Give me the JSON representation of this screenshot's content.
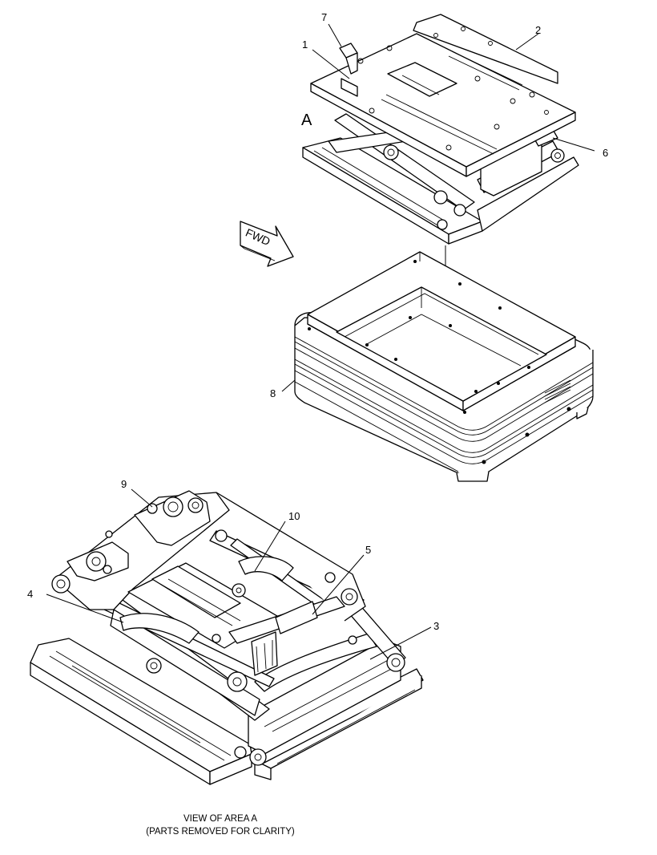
{
  "callouts": {
    "c1": "1",
    "c2": "2",
    "c3": "3",
    "c4": "4",
    "c5": "5",
    "c6": "6",
    "c7": "7",
    "c8": "8",
    "c9": "9",
    "c10": "10"
  },
  "area_label": "A",
  "fwd_label": "FWD",
  "caption": {
    "line1": "VIEW OF AREA A",
    "line2": "(PARTS REMOVED FOR CLARITY)"
  }
}
